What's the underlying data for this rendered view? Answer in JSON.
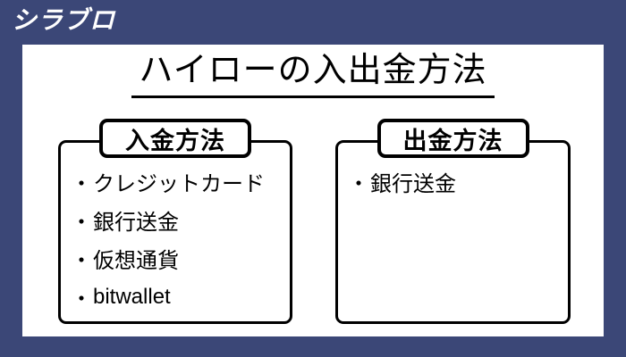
{
  "colors": {
    "background": "#3B4777",
    "card": "#FFFFFF",
    "line": "#000000",
    "logo_text": "#FFFFFF"
  },
  "logo": {
    "text": "シラブロ"
  },
  "card": {
    "title": "ハイローの入出金方法",
    "bullet": "・",
    "deposit_box": {
      "tab_label": "入金方法",
      "items": [
        "クレジットカード",
        "銀行送金",
        "仮想通貨",
        "bitwallet"
      ]
    },
    "withdrawal_box": {
      "tab_label": "出金方法",
      "items": [
        "銀行送金"
      ]
    }
  }
}
